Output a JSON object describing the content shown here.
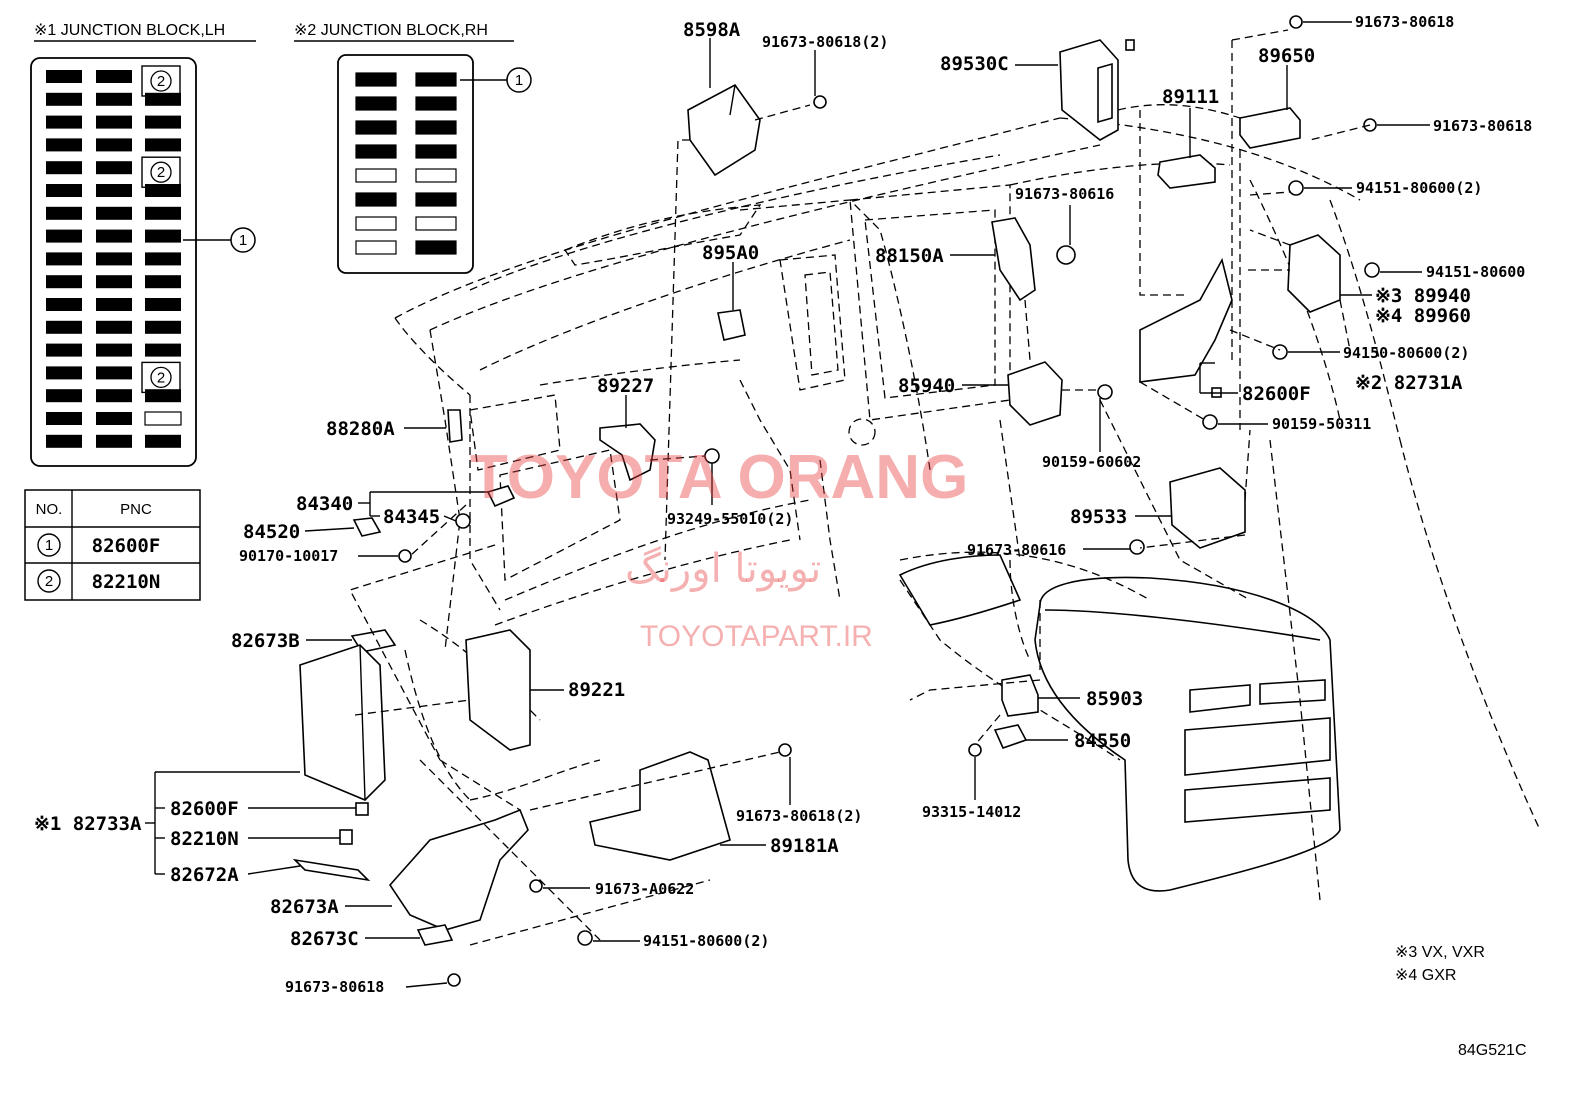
{
  "headers": {
    "jb_lh": "※1 JUNCTION BLOCK,LH",
    "jb_rh": "※2 JUNCTION BLOCK,RH"
  },
  "table": {
    "col_no": "NO.",
    "col_pnc": "PNC",
    "rows": [
      {
        "no": "1",
        "pnc": "82600F"
      },
      {
        "no": "2",
        "pnc": "82210N"
      }
    ]
  },
  "callout_1": "1",
  "callout_2": "2",
  "parts": {
    "p8598A": "8598A",
    "p91673_80618_2_top": "91673-80618(2)",
    "p89530C": "89530C",
    "p91673_80618_tr": "91673-80618",
    "p89650": "89650",
    "p89111": "89111",
    "p91673_80618_r": "91673-80618",
    "p94151_80600_2_r": "94151-80600(2)",
    "p91673_80616_top": "91673-80616",
    "p88150A": "88150A",
    "p895A0": "895A0",
    "p94151_80600_r": "94151-80600",
    "p89940": "※3 89940",
    "p89960": "※4 89960",
    "p94150_80600_2": "94150-80600(2)",
    "p85940": "85940",
    "p89227": "89227",
    "p82600F_r": "82600F",
    "p82731A": "※2 82731A",
    "p88280A": "88280A",
    "p90159_50311": "90159-50311",
    "p90159_60602": "90159-60602",
    "p84340": "84340",
    "p84345": "84345",
    "p84520": "84520",
    "p93249_55010_2": "93249-55010(2)",
    "p89533": "89533",
    "p90170_10017": "90170-10017",
    "p91673_80616_mid": "91673-80616",
    "p82673B": "82673B",
    "p89221": "89221",
    "p85903": "85903",
    "p84550": "84550",
    "p91673_80618_2_mid": "91673-80618(2)",
    "p93315_14012": "93315-14012",
    "p82600F_l": "82600F",
    "p82733A": "※1 82733A",
    "p82210N": "82210N",
    "p89181A": "89181A",
    "p82672A": "82672A",
    "p91673_A0622": "91673-A0622",
    "p82673A": "82673A",
    "p82673C": "82673C",
    "p94151_80600_2_b": "94151-80600(2)",
    "p91673_80618_b": "91673-80618"
  },
  "notes": {
    "n3": "※3 VX, VXR",
    "n4": "※4 GXR"
  },
  "watermark": {
    "w1": "TOYOTA ORANG",
    "w2": "تویوتا اورنگ",
    "w3": "TOYOTAPART.IR"
  },
  "figure_code": "84G521C"
}
